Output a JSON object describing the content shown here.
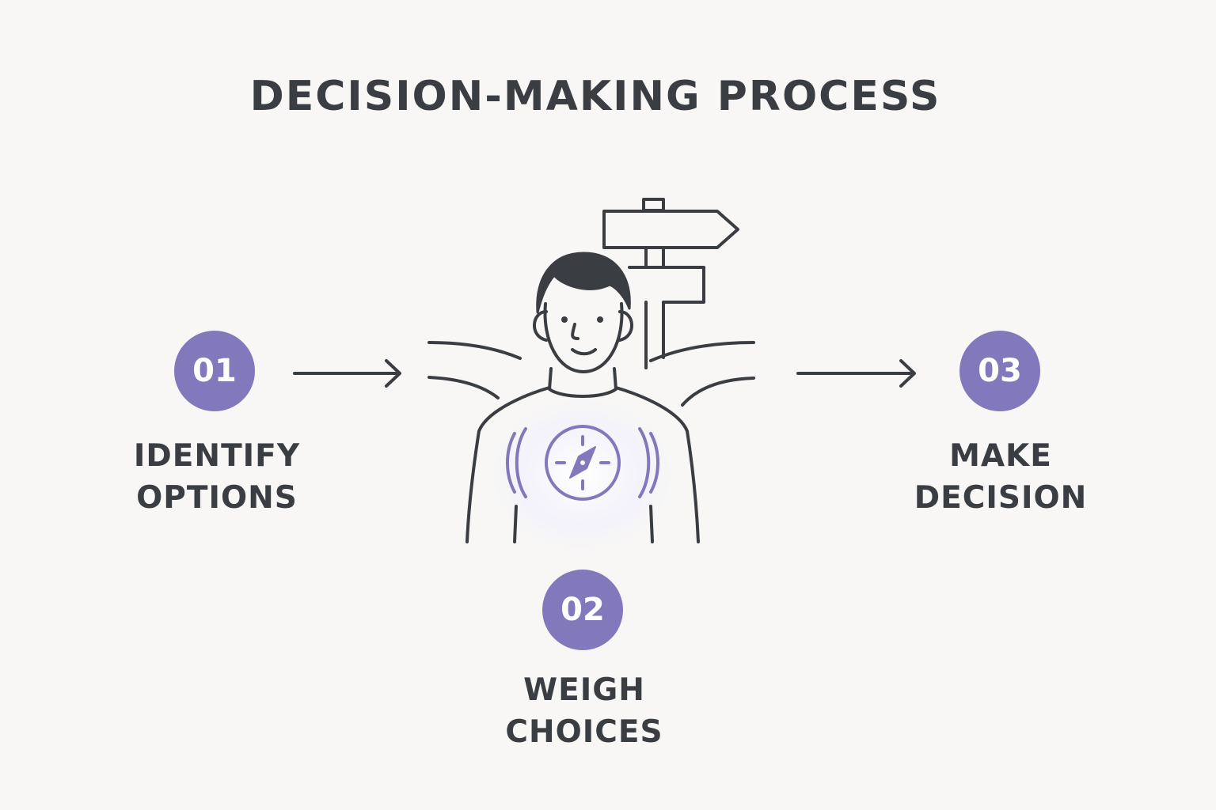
{
  "title": "DECISION-MAKING PROCESS",
  "colors": {
    "accent": "#8279bd",
    "text": "#3a3d42",
    "background": "#f8f7f5"
  },
  "steps": [
    {
      "number": "01",
      "line1": "IDENTIFY",
      "line2": "OPTIONS"
    },
    {
      "number": "02",
      "line1": "WEIGH",
      "line2": "CHOICES"
    },
    {
      "number": "03",
      "line1": "MAKE",
      "line2": "DECISION"
    }
  ],
  "icons": [
    "right-arrow-icon",
    "person-icon",
    "signpost-icon",
    "compass-icon",
    "diverging-paths-icon"
  ]
}
